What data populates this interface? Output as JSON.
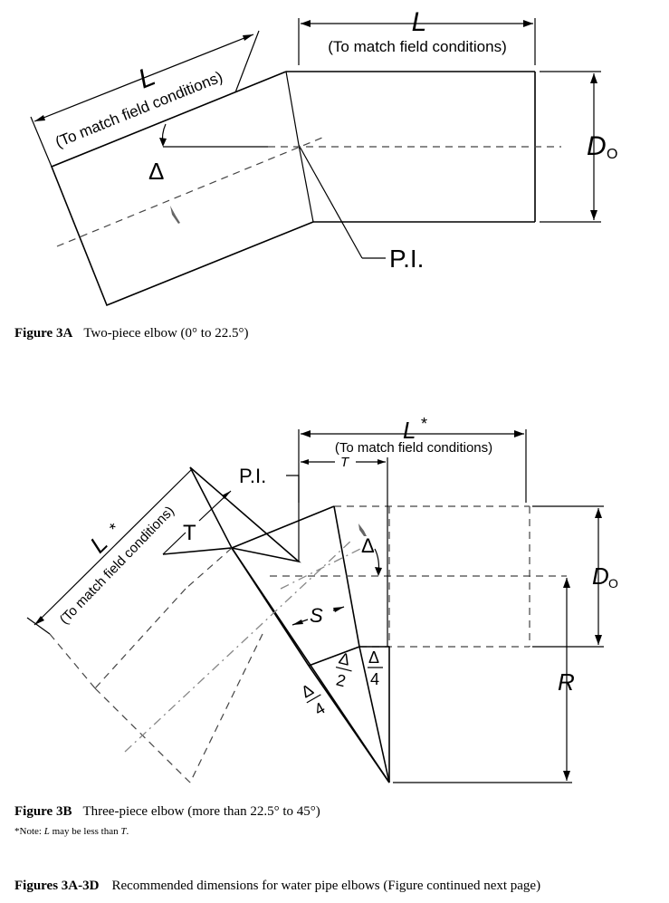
{
  "fig3a": {
    "length_symbol": "L",
    "length_note": "(To match field conditions)",
    "delta_symbol": "Δ",
    "diameter_symbol": "D",
    "diameter_subscript": "O",
    "pi_label": "P.I.",
    "caption_label": "Figure 3A",
    "caption_text": "Two-piece elbow (0° to 22.5°)"
  },
  "fig3b": {
    "length_symbol": "L",
    "length_star": "*",
    "length_note": "(To match field conditions)",
    "t_symbol": "T",
    "pi_label": "P.I.",
    "s_symbol": "S",
    "delta_symbol": "Δ",
    "delta_quarter_num": "Δ",
    "delta_quarter_den": "4",
    "delta_half_num": "Δ",
    "delta_half_den": "2",
    "diameter_symbol": "D",
    "diameter_subscript": "O",
    "r_symbol": "R",
    "caption_label": "Figure 3B",
    "caption_text": "Three-piece elbow (more than 22.5° to 45°)",
    "note_prefix": "*Note: ",
    "note_l": "L",
    "note_mid": " may be less than ",
    "note_t": "T",
    "note_end": "."
  },
  "footer": {
    "label": "Figures 3A-3D",
    "text": "Recommended dimensions for water pipe elbows (Figure continued next page)"
  }
}
